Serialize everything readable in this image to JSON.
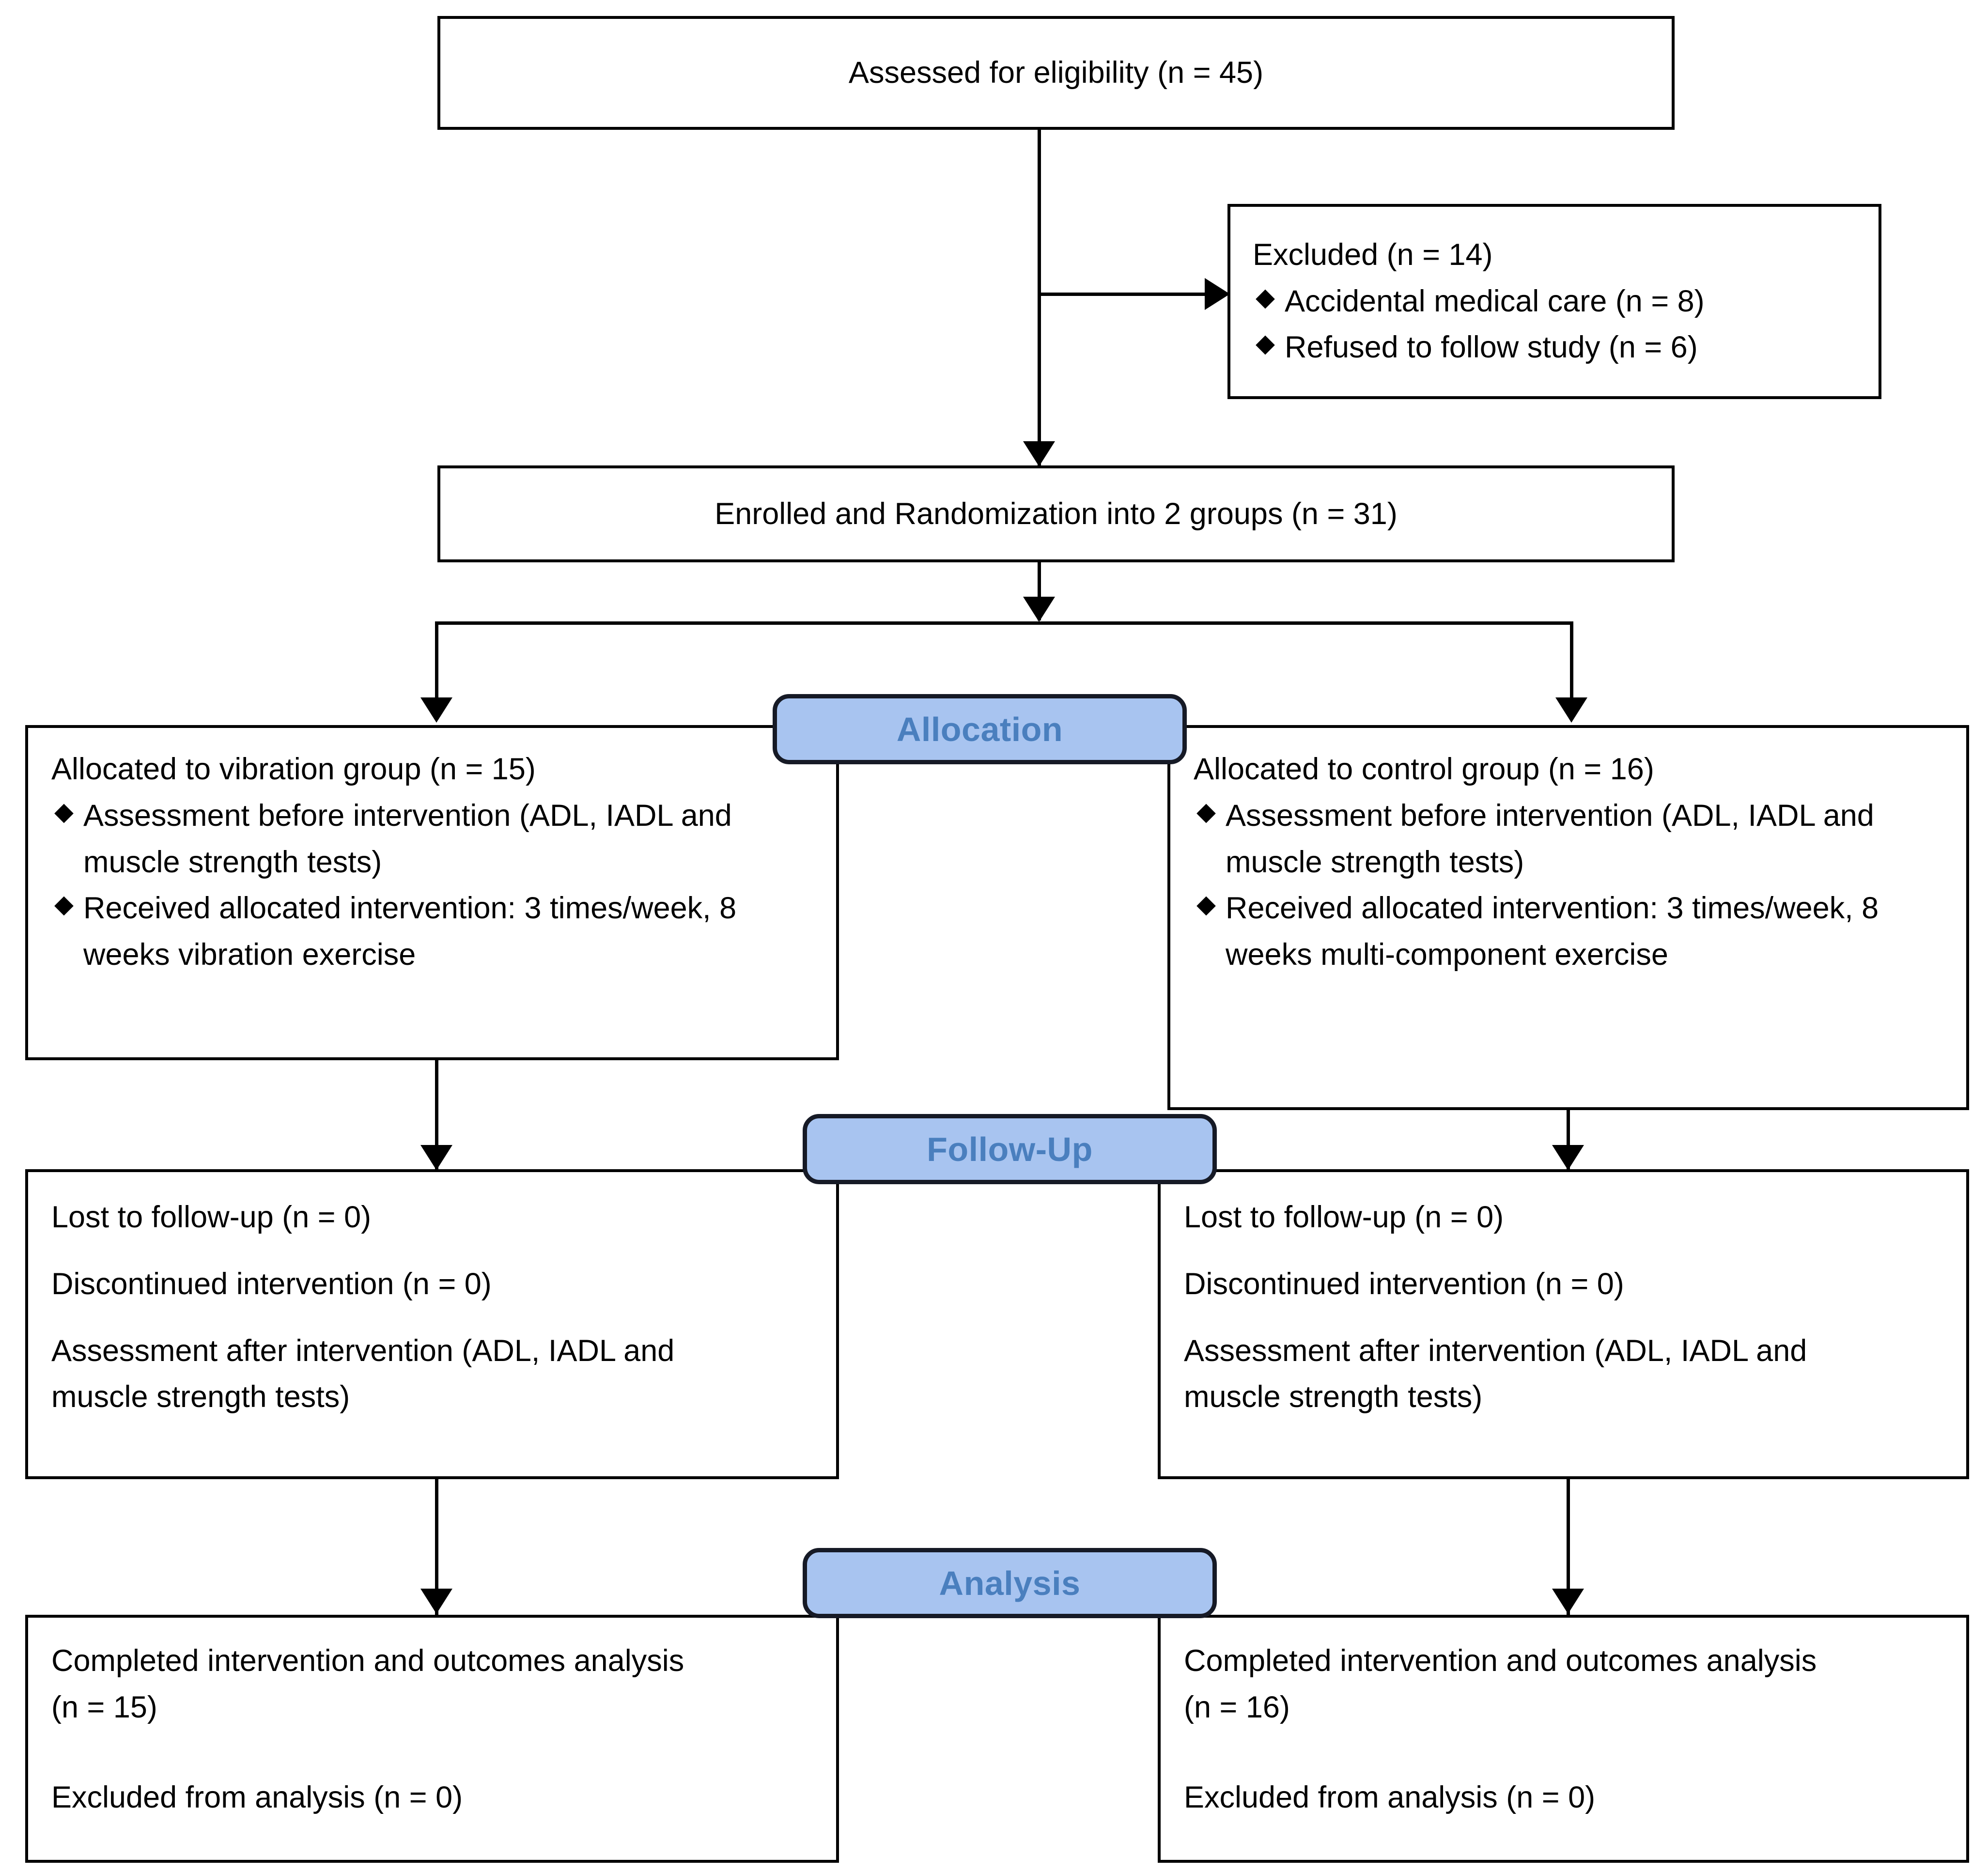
{
  "diagram": {
    "type": "consort-flow-diagram",
    "title": "CONSORT participant flow diagram",
    "accent_color": "#a8c4f0",
    "accent_text_color": "#4a7fbe",
    "line_color": "#000000",
    "bullet_glyph": "♦"
  },
  "enrollment": {
    "assessed": {
      "text": "Assessed for eligibility (n = 45)",
      "n": 45
    },
    "excluded": {
      "heading": "Excluded (n = 14)",
      "n": 14,
      "reasons": [
        {
          "label": "Accidental medical care (n = 8)",
          "n": 8
        },
        {
          "label": "Refused to follow study (n = 6)",
          "n": 6
        }
      ]
    },
    "randomized": {
      "text": "Enrolled and Randomization into 2 groups (n = 31)",
      "n": 31
    }
  },
  "stages": {
    "allocation": "Allocation",
    "follow_up": "Follow-Up",
    "analysis": "Analysis"
  },
  "allocation": {
    "left": {
      "heading": "Allocated to vibration group (n = 15)",
      "n": 15,
      "bullets": [
        "Assessment before intervention (ADL, IADL\n    and muscle strength tests)",
        "Received allocated intervention: 3\n    times/week, 8 weeks vibration exercise"
      ]
    },
    "right": {
      "heading": "Allocated to control group (n = 16)",
      "n": 16,
      "bullets": [
        "Assessment before intervention (ADL, IADL\n    and muscle strength tests)",
        "Received allocated intervention: 3\n    times/week, 8 weeks  multi-component\n    exercise"
      ]
    }
  },
  "follow_up": {
    "left": {
      "lines": [
        "Lost to follow-up (n = 0)",
        "Discontinued intervention (n = 0)",
        "Assessment after intervention (ADL, IADL and\nmuscle strength tests)"
      ]
    },
    "right": {
      "lines": [
        "Lost to follow-up (n = 0)",
        "Discontinued intervention (n = 0)",
        "Assessment after intervention (ADL, IADL and\nmuscle strength tests)"
      ]
    }
  },
  "analysis": {
    "left": {
      "completed": "Completed intervention and outcomes analysis\n(n = 15)",
      "excluded": "Excluded from analysis (n = 0)"
    },
    "right": {
      "completed": "Completed intervention and outcomes analysis\n(n = 16)",
      "excluded": "Excluded from analysis (n = 0)"
    }
  }
}
